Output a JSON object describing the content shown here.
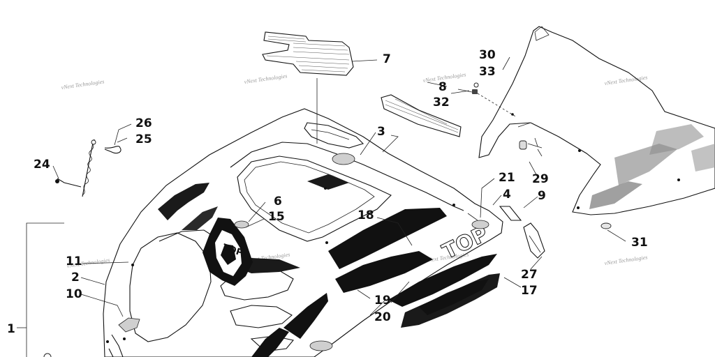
{
  "watermark_text": "vNext Technologies",
  "callouts": {
    "c1": "1",
    "c2": "2",
    "c3": "3",
    "c4": "4",
    "c6": "6",
    "c7": "7",
    "c8": "8",
    "c9": "9",
    "c10": "10",
    "c11": "11",
    "c15": "15",
    "c17": "17",
    "c18": "18",
    "c19": "19",
    "c20": "20",
    "c21": "21",
    "c24": "24",
    "c25": "25",
    "c26": "26",
    "c27": "27",
    "c29": "29",
    "c30": "30",
    "c31": "31",
    "c32": "32",
    "c33": "33"
  },
  "graphics": {
    "hood_text": "TOP",
    "side_text": "TOP"
  }
}
